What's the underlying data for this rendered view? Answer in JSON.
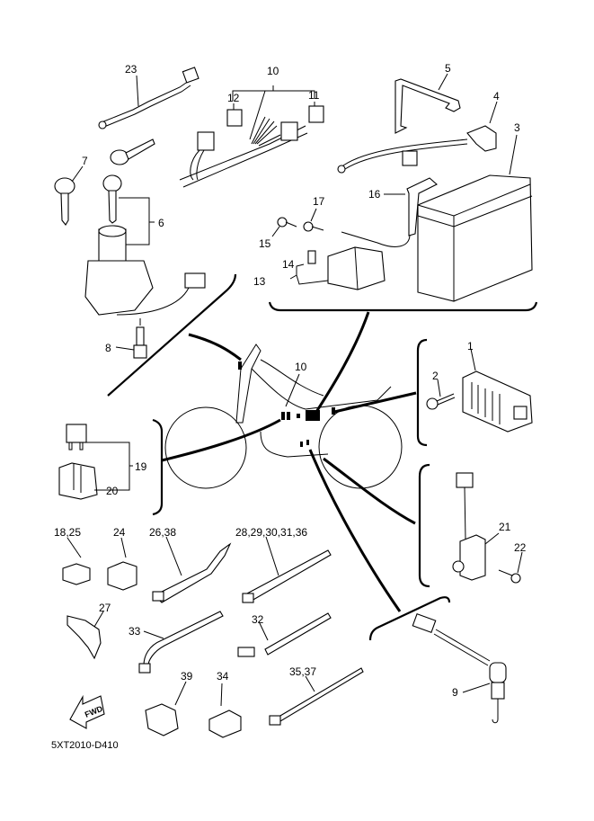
{
  "diagram": {
    "title": "Electrical parts exploded view",
    "drawing_code": "5XT2010-D410",
    "fwd_marker": "FWD",
    "parts": [
      {
        "ref": "1",
        "name": "regulator/rectifier"
      },
      {
        "ref": "2",
        "name": "bolt"
      },
      {
        "ref": "3",
        "name": "battery"
      },
      {
        "ref": "4",
        "name": "battery lead"
      },
      {
        "ref": "5",
        "name": "battery band"
      },
      {
        "ref": "6",
        "name": "main switch with keys"
      },
      {
        "ref": "7",
        "name": "key"
      },
      {
        "ref": "8",
        "name": "bolt"
      },
      {
        "ref": "9",
        "name": "sensor with lead"
      },
      {
        "ref": "10",
        "name": "wire harness"
      },
      {
        "ref": "11",
        "name": "connector"
      },
      {
        "ref": "12",
        "name": "connector"
      },
      {
        "ref": "13",
        "name": "starter relay"
      },
      {
        "ref": "14",
        "name": "fuse"
      },
      {
        "ref": "15",
        "name": "bolt"
      },
      {
        "ref": "16",
        "name": "battery lead"
      },
      {
        "ref": "17",
        "name": "bolt"
      },
      {
        "ref": "18,25",
        "name": "clamp"
      },
      {
        "ref": "19",
        "name": "relay assembly"
      },
      {
        "ref": "20",
        "name": "relay holder"
      },
      {
        "ref": "21",
        "name": "switch"
      },
      {
        "ref": "22",
        "name": "bolt"
      },
      {
        "ref": "23",
        "name": "lead"
      },
      {
        "ref": "24",
        "name": "clamp"
      },
      {
        "ref": "26,38",
        "name": "band"
      },
      {
        "ref": "27",
        "name": "clamp"
      },
      {
        "ref": "28,29,30,31,36",
        "name": "band"
      },
      {
        "ref": "32",
        "name": "band"
      },
      {
        "ref": "33",
        "name": "band"
      },
      {
        "ref": "34",
        "name": "clamp"
      },
      {
        "ref": "35,37",
        "name": "band"
      },
      {
        "ref": "39",
        "name": "clamp"
      }
    ],
    "callouts": {
      "c1": "1",
      "c2": "2",
      "c3": "3",
      "c4": "4",
      "c5": "5",
      "c6": "6",
      "c7": "7",
      "c8": "8",
      "c9": "9",
      "c10_top": "10",
      "c10_bike": "10",
      "c11": "11",
      "c12": "12",
      "c13": "13",
      "c14": "14",
      "c15": "15",
      "c16": "16",
      "c17": "17",
      "c18_25": "18,25",
      "c19": "19",
      "c20": "20",
      "c21": "21",
      "c22": "22",
      "c23": "23",
      "c24": "24",
      "c26_38": "26,38",
      "c27": "27",
      "c28_36": "28,29,30,31,36",
      "c32": "32",
      "c33": "33",
      "c34": "34",
      "c35_37": "35,37",
      "c39": "39"
    }
  }
}
